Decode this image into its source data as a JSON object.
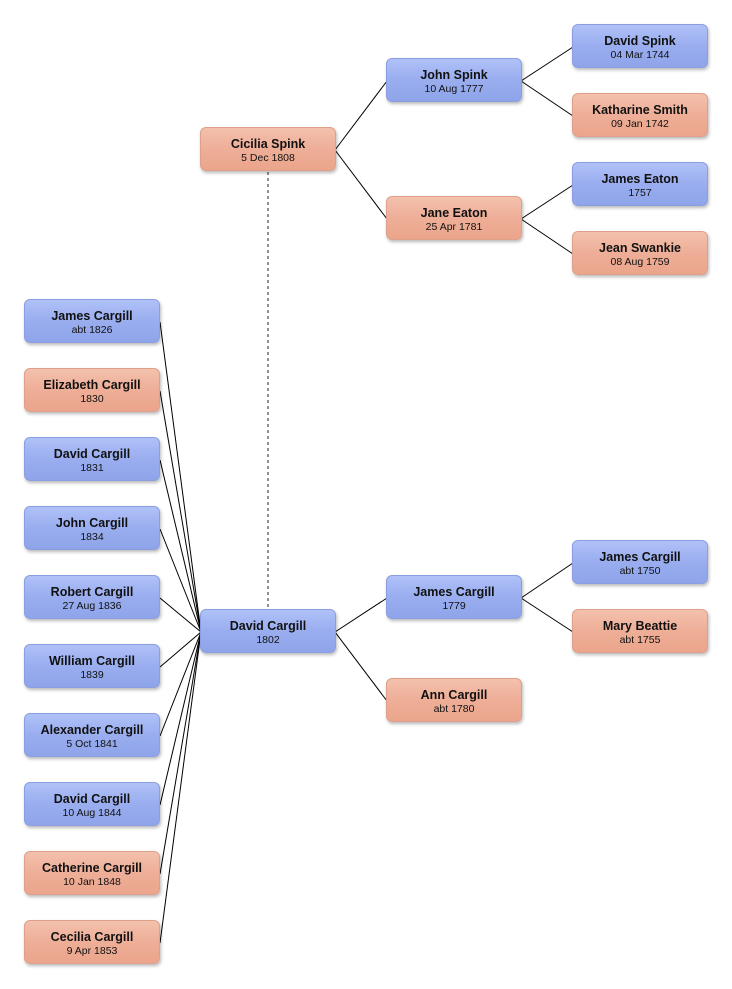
{
  "people": {
    "cicilia_spink": {
      "name": "Cicilia Spink",
      "date": "5 Dec 1808"
    },
    "john_spink": {
      "name": "John Spink",
      "date": "10 Aug 1777"
    },
    "jane_eaton": {
      "name": "Jane Eaton",
      "date": "25 Apr 1781"
    },
    "david_spink": {
      "name": "David Spink",
      "date": "04 Mar 1744"
    },
    "katharine_smith": {
      "name": "Katharine Smith",
      "date": "09 Jan 1742"
    },
    "james_eaton": {
      "name": "James Eaton",
      "date": "1757"
    },
    "jean_swankie": {
      "name": "Jean Swankie",
      "date": "08 Aug 1759"
    },
    "david_cargill_1802": {
      "name": "David Cargill",
      "date": "1802"
    },
    "james_cargill_1779": {
      "name": "James Cargill",
      "date": "1779"
    },
    "ann_cargill": {
      "name": "Ann Cargill",
      "date": "abt 1780"
    },
    "james_cargill_1750": {
      "name": "James Cargill",
      "date": "abt 1750"
    },
    "mary_beattie": {
      "name": "Mary Beattie",
      "date": "abt 1755"
    }
  },
  "children": [
    {
      "name": "James Cargill",
      "date": "abt 1826"
    },
    {
      "name": "Elizabeth Cargill",
      "date": "1830"
    },
    {
      "name": "David Cargill",
      "date": "1831"
    },
    {
      "name": "John Cargill",
      "date": "1834"
    },
    {
      "name": "Robert Cargill",
      "date": "27 Aug 1836"
    },
    {
      "name": "William Cargill",
      "date": "1839"
    },
    {
      "name": "Alexander Cargill",
      "date": "5 Oct 1841"
    },
    {
      "name": "David Cargill",
      "date": "10 Aug 1844"
    },
    {
      "name": "Catherine Cargill",
      "date": "10 Jan 1848"
    },
    {
      "name": "Cecilia Cargill",
      "date": "9 Apr 1853"
    }
  ],
  "colors": {
    "male": "#99adef",
    "female": "#eeae97",
    "line": "#000000"
  }
}
